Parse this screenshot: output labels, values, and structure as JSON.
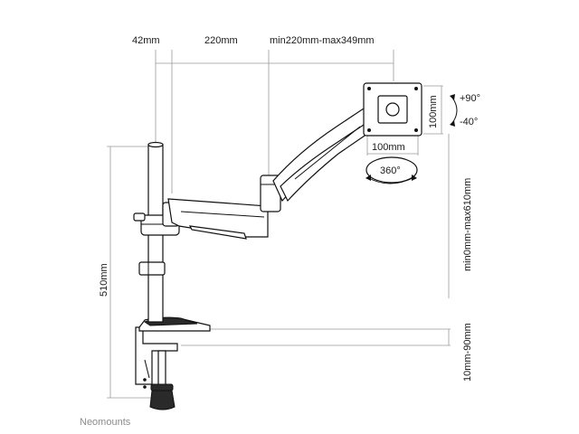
{
  "dimensions": {
    "top_left": "42mm",
    "top_middle": "220mm",
    "top_right": "min220mm-max349mm",
    "vesa_height": "100mm",
    "vesa_width": "100mm",
    "rotation": "360°",
    "tilt_up": "+90°",
    "tilt_down": "-40°",
    "height_adjust": "min0mm-max610mm",
    "pole_height": "510mm",
    "desk_thickness": "10mm-90mm"
  },
  "brand": "Neomounts",
  "colors": {
    "line": "#111111",
    "dimension_line": "#9a9a9a",
    "brand": "#8c8c8c"
  }
}
